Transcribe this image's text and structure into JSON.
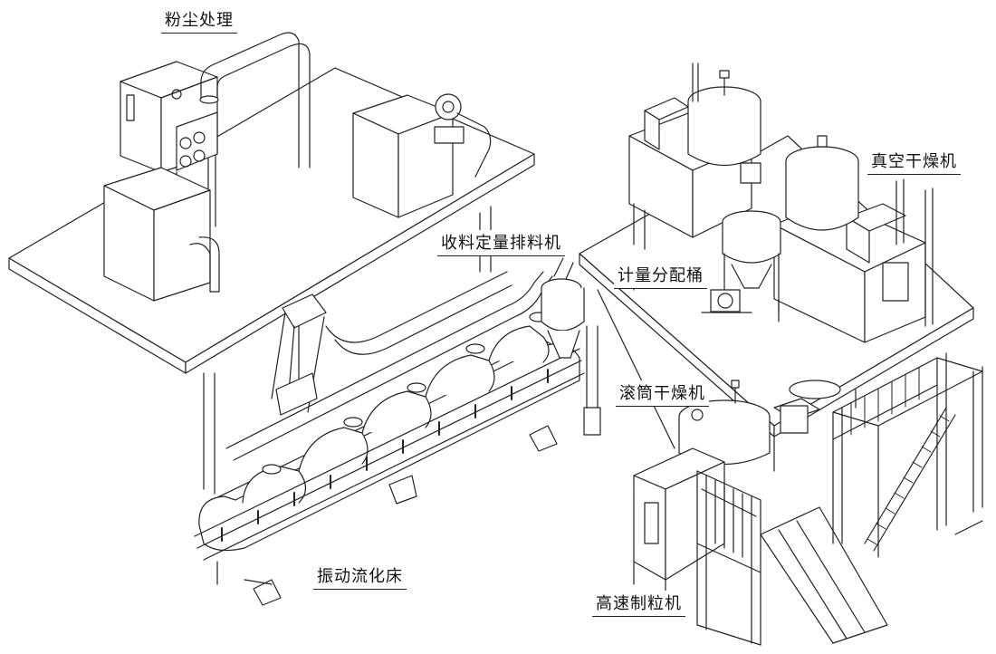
{
  "labels": {
    "dust_treatment": "粉尘处理",
    "vacuum_dryer": "真空干燥机",
    "dosing_discharger": "收料定量排料机",
    "metering_bucket": "计量分配桶",
    "drum_dryer": "滚筒干燥机",
    "vibrating_bed": "振动流化床",
    "high_speed_granulator": "高速制粒机"
  },
  "colors": {
    "line": "#222222",
    "background": "#ffffff"
  }
}
